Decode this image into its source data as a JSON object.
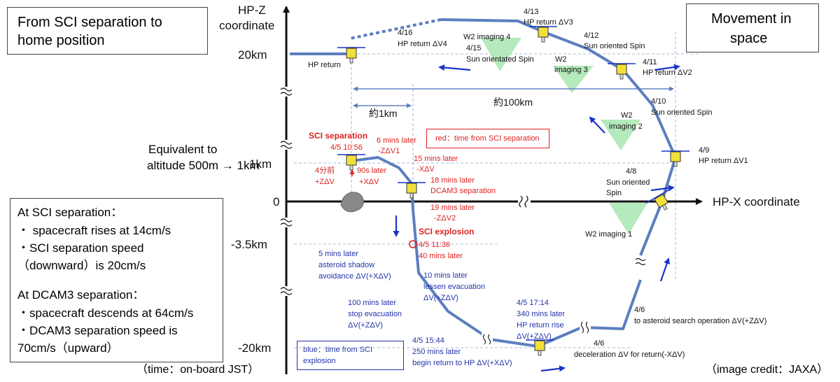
{
  "title_box": {
    "line1": "From SCI separation to",
    "line2": "home position"
  },
  "movement_box": {
    "line1": "Movement in",
    "line2": "space"
  },
  "axes": {
    "z_label_1": "HP-Z",
    "z_label_2": "coordinate",
    "x_label": "HP-X coordinate",
    "y_ticks": [
      "20km",
      "1km",
      "0",
      "-3.5km",
      "-20km"
    ]
  },
  "equivalent": {
    "line1": "Equivalent to",
    "line2": "altitude 500m → 1km"
  },
  "distances": {
    "d1": "約1km",
    "d2": "約100km"
  },
  "legend_red": "red：time from SCI separation",
  "legend_blue": {
    "line1": "blue：time from SCI",
    "line2": "explosion"
  },
  "info_box": {
    "l1": "At SCI separation：",
    "l2": "・ spacecraft rises at 14cm/s",
    "l3": "・SCI separation speed",
    "l4": "（downward）is 20cm/s",
    "l5": "At DCAM3 separation：",
    "l6": "・spacecraft descends at 64cm/s",
    "l7": "・DCAM3 separation speed is",
    "l8": "70cm/s（upward）"
  },
  "footer": {
    "left": "（time：on-board JST）",
    "right": "（image credit：JAXA）"
  },
  "labels": {
    "hp_return": "HP return",
    "l416_1": "4/16",
    "l416_2": "HP return ΔV4",
    "l415_1": "4/15",
    "l415_2": "Sun orientated Spin",
    "l413_1": "4/13",
    "l413_2": "HP return ΔV3",
    "l412_1": "4/12",
    "l412_2": "Sun oriented Spin",
    "l411_1": "4/11",
    "l411_2": "HP return ΔV2",
    "l410_1": "4/10",
    "l410_2": "Sun oriented Spin",
    "l49_1": "4/9",
    "l49_2": "HP return ΔV1",
    "l48_1": "4/8",
    "l48_2": "Sun oriented",
    "l48_3": "Spin",
    "w2_4": "W2 imaging 4",
    "w2_3a": "W2",
    "w2_3b": "imaging 3",
    "w2_2a": "W2",
    "w2_2b": "imaging 2",
    "w2_1": "W2 imaging 1",
    "l46a_1": "4/6",
    "l46a_2": "to asteroid search operation ΔV(+ZΔV)",
    "l46b_1": "4/6",
    "l46b_2": "deceleration ΔV for return(-XΔV)"
  },
  "red_labels": {
    "sci_sep": "SCI separation",
    "sci_time": "4/5 10:56",
    "before_1": "4分前",
    "before_2": "+ZΔV",
    "s90_1": "90s later",
    "s90_2": "+XΔV",
    "m6_1": "6 mins later",
    "m6_2": "-ZΔV1",
    "m15_1": "15 mins later",
    "m15_2": "-XΔV",
    "m18_1": "18 mins later",
    "m18_2": "DCAM3 separation",
    "m19_1": "19 mins later",
    "m19_2": "-ZΔV2",
    "explosion": "SCI explosion",
    "exp_time": "4/5 11:36",
    "m40": "40 mins later"
  },
  "blue_labels": {
    "b5_1": "5 mins later",
    "b5_2": "asteroid shadow",
    "b5_3": "avoidance ΔV(+XΔV)",
    "b10_1": "10 mins later",
    "b10_2": "lessen evacuation",
    "b10_3": "ΔV(+ZΔV)",
    "b100_1": "100 mins later",
    "b100_2": "stop evacuation",
    "b100_3": "ΔV(+ZΔV)",
    "b250_1": "4/5 15:44",
    "b250_2": "250 mins later",
    "b250_3": "begin return to HP ΔV(+XΔV)",
    "b340_1": "4/5 17:14",
    "b340_2": "340 mins later",
    "b340_3": "HP return rise",
    "b340_4": "ΔV(+ZΔV)"
  },
  "colors": {
    "path": "#5b7ec0",
    "accent_red": "#dd2222",
    "accent_blue": "#2233aa",
    "imaging": "#a8e6b0",
    "spacecraft": "#f2e03a"
  }
}
